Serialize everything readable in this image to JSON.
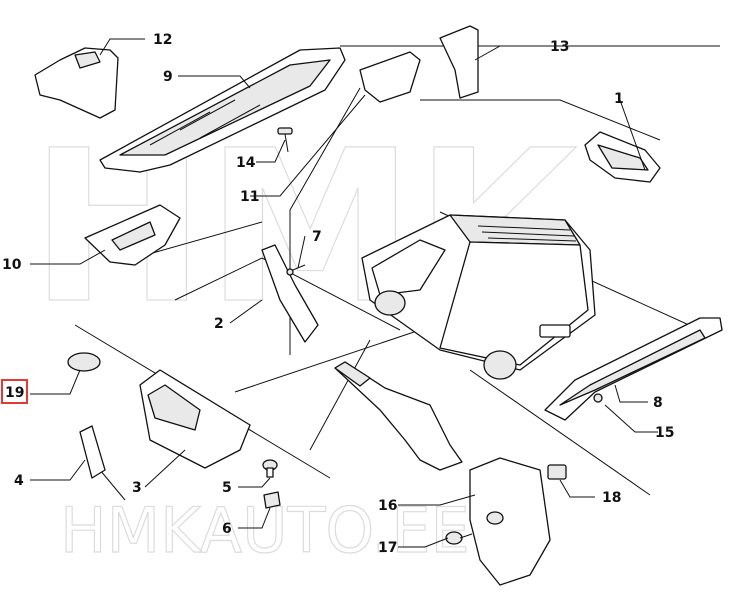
{
  "watermark": {
    "brand": "HMK",
    "site": "HMKAUTO.EE"
  },
  "highlight_color": "#e53935",
  "callouts": [
    {
      "id": "1",
      "label": "1"
    },
    {
      "id": "2",
      "label": "2"
    },
    {
      "id": "3",
      "label": "3"
    },
    {
      "id": "4",
      "label": "4"
    },
    {
      "id": "5",
      "label": "5"
    },
    {
      "id": "6",
      "label": "6"
    },
    {
      "id": "7",
      "label": "7"
    },
    {
      "id": "8",
      "label": "8"
    },
    {
      "id": "9",
      "label": "9"
    },
    {
      "id": "10",
      "label": "10"
    },
    {
      "id": "11",
      "label": "11"
    },
    {
      "id": "12",
      "label": "12"
    },
    {
      "id": "13",
      "label": "13"
    },
    {
      "id": "14",
      "label": "14"
    },
    {
      "id": "15",
      "label": "15"
    },
    {
      "id": "16",
      "label": "16"
    },
    {
      "id": "17",
      "label": "17"
    },
    {
      "id": "18",
      "label": "18"
    },
    {
      "id": "19",
      "label": "19",
      "highlighted": true
    }
  ]
}
